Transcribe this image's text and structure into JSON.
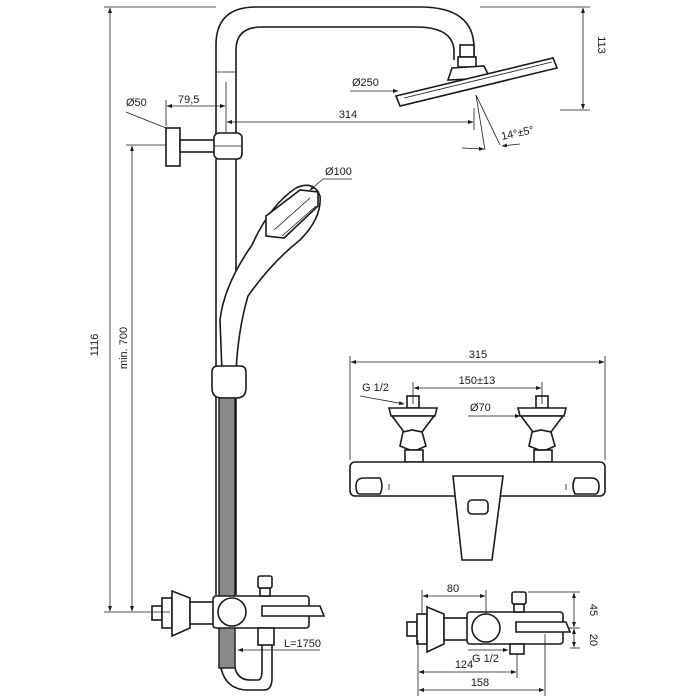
{
  "colors": {
    "line": "#1a1a1a",
    "hose": "#8a8a8a",
    "background": "#ffffff"
  },
  "dimensions": {
    "overall_height": "1116",
    "min_height": "min. 700",
    "head_drop": "113",
    "head_diameter": "Ø250",
    "arm_reach": "314",
    "bracket_diameter": "Ø50",
    "bracket_offset": "79,5",
    "head_tilt": "14°±5°",
    "hand_shower_diameter": "Ø100",
    "hose_length": "L=1750"
  },
  "front_view": {
    "width": "315",
    "inlet_thread": "G 1/2",
    "centres": "150±13",
    "cover_diameter": "Ø70"
  },
  "side_view": {
    "depth_80": "80",
    "height_45": "45",
    "outlet_thread": "G 1/2",
    "depth_124": "124",
    "height_20": "20",
    "depth_158": "158"
  }
}
